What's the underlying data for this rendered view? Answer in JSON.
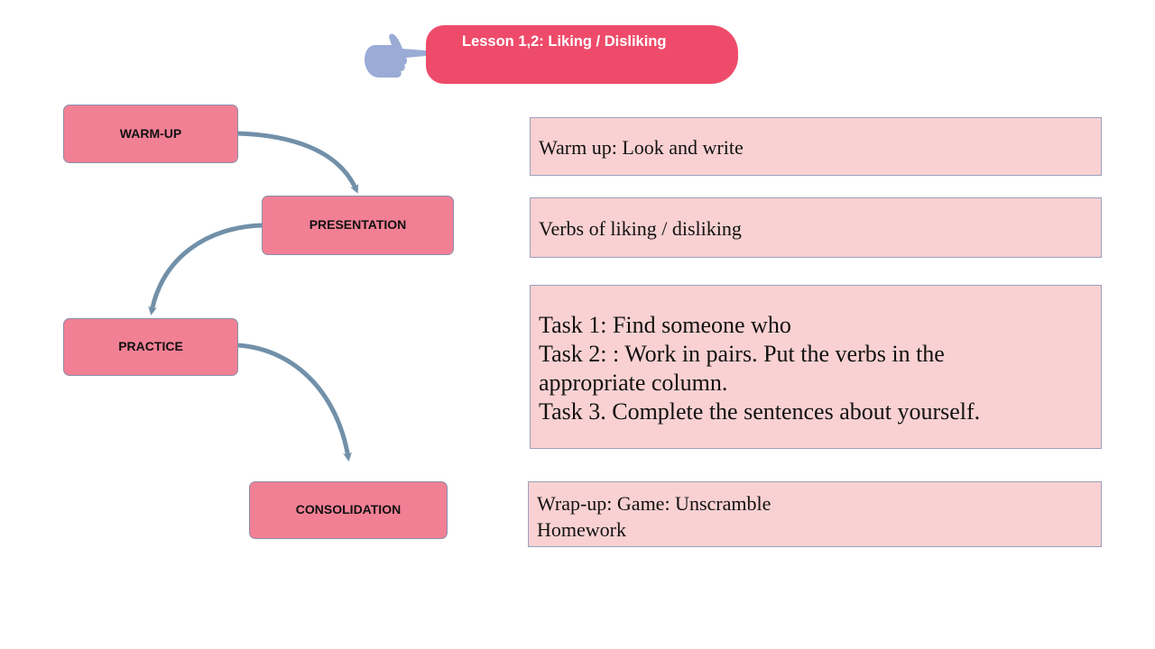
{
  "title": {
    "text": "Lesson 1,2: Liking / Disliking",
    "icon": "pointing-hand-icon",
    "banner_color": "#ee4b6a",
    "icon_color": "#9aabd6"
  },
  "stages": [
    {
      "label": "WARM-UP"
    },
    {
      "label": "PRESENTATION"
    },
    {
      "label": "PRACTICE"
    },
    {
      "label": "CONSOLIDATION"
    }
  ],
  "contents": [
    {
      "lines": [
        "Warm up: Look and write"
      ]
    },
    {
      "lines": [
        "Verbs of liking / disliking"
      ]
    },
    {
      "lines": [
        "Task 1: Find someone who",
        "Task 2: : Work in pairs. Put the verbs in the",
        "appropriate column.",
        "Task 3. Complete the sentences about yourself."
      ]
    },
    {
      "lines": [
        "Wrap-up: Game: Unscramble",
        "Homework"
      ]
    }
  ],
  "colors": {
    "stage_fill": "#f28095",
    "content_fill": "#f9d1d2",
    "arrow": "#7190a9"
  }
}
